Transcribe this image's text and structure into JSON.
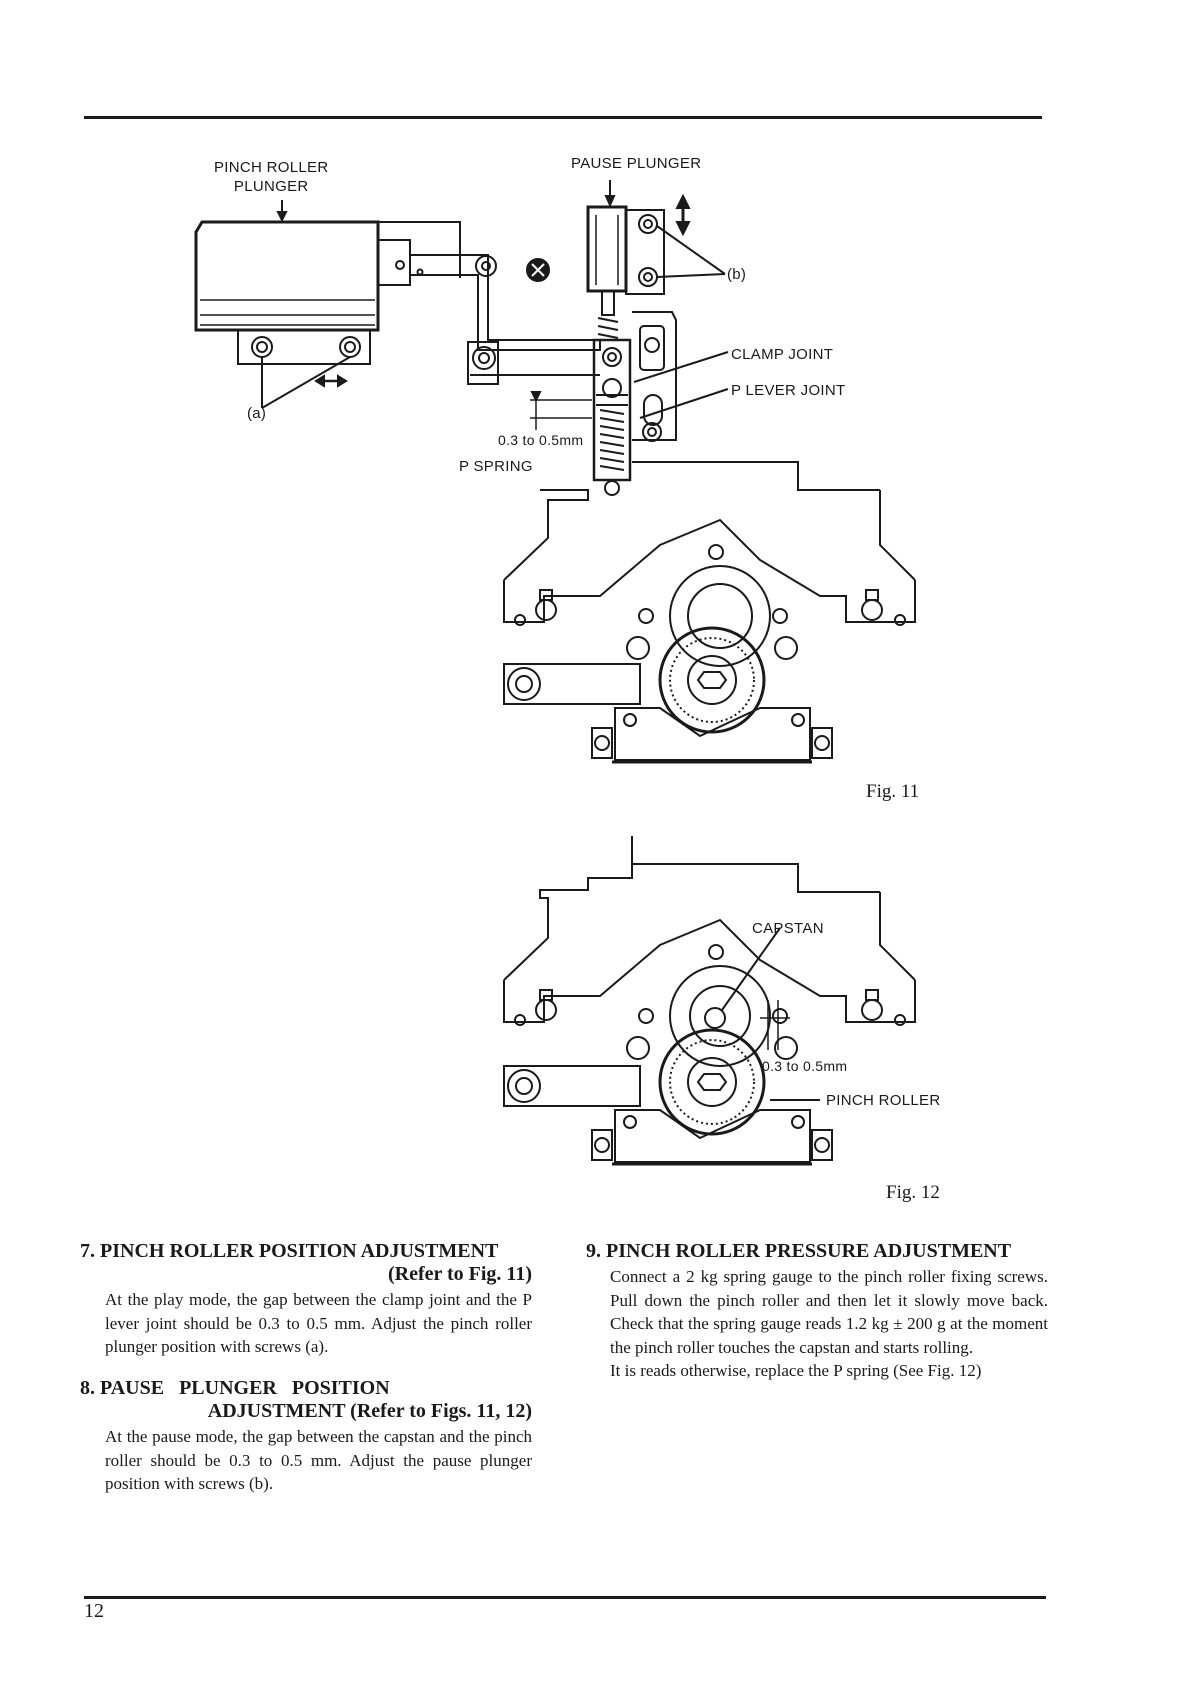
{
  "fig11": {
    "caption": "Fig. 11",
    "labels": {
      "pinch_roller_plunger_1": "PINCH ROLLER",
      "pinch_roller_plunger_2": "PLUNGER",
      "pause_plunger": "PAUSE PLUNGER",
      "b": "(b)",
      "clamp_joint": "CLAMP JOINT",
      "p_lever_joint": "P LEVER JOINT",
      "a": "(a)",
      "gap": "0.3 to 0.5mm",
      "p_spring": "P SPRING"
    }
  },
  "fig12": {
    "caption": "Fig. 12",
    "labels": {
      "capstan": "CAPSTAN",
      "gap": "0.3 to 0.5mm",
      "pinch_roller": "PINCH ROLLER"
    }
  },
  "sections": [
    {
      "title": "7. PINCH ROLLER POSITION ADJUSTMENT",
      "ref": "(Refer to Fig. 11)",
      "body": "At the play mode, the gap between the clamp joint and the P lever joint should be 0.3 to 0.5 mm. Adjust the pinch roller plunger position with screws (a)."
    },
    {
      "title": "8. PAUSE   PLUNGER   POSITION",
      "ref": "ADJUSTMENT (Refer to Figs. 11, 12)",
      "body": "At the pause mode, the gap between the capstan and the pinch roller should be 0.3 to 0.5 mm. Adjust the pause plunger position with screws (b)."
    },
    {
      "title": "9. PINCH ROLLER PRESSURE ADJUSTMENT",
      "body1": "Connect a 2 kg spring gauge to the pinch roller fixing screws. Pull down the pinch roller and then let it slowly move back. Check that the spring gauge reads 1.2 kg ± 200 g at the moment the pinch roller touches the capstan and starts rolling.",
      "body2": "It is reads otherwise, replace the P spring (See Fig. 12)"
    }
  ],
  "page_number": "12"
}
